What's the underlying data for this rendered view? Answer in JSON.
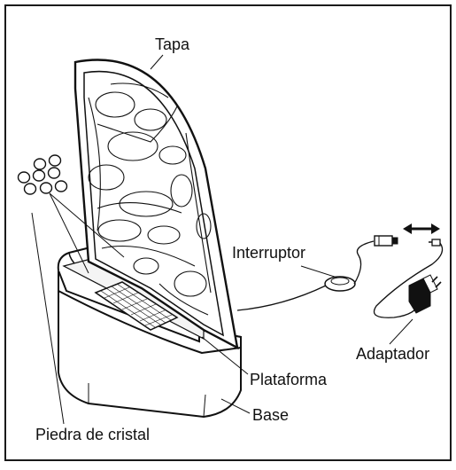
{
  "labels": {
    "tapa": "Tapa",
    "interruptor": "Interruptor",
    "adaptador": "Adaptador",
    "plataforma": "Plataforma",
    "base": "Base",
    "piedra": "Piedra de cristal"
  },
  "colors": {
    "ink": "#111111",
    "frame": "#1a1a1a",
    "paper": "#ffffff"
  }
}
